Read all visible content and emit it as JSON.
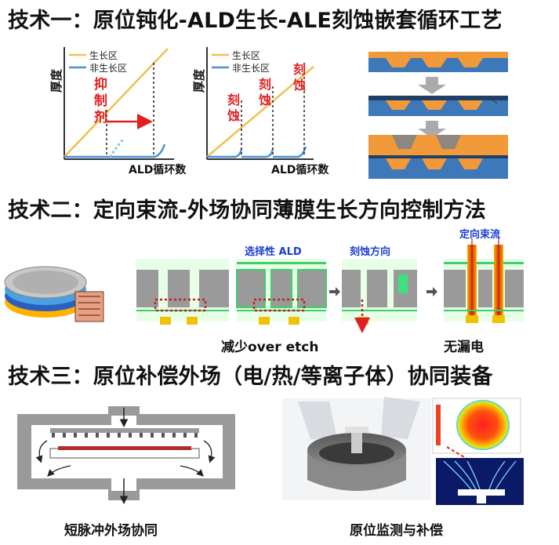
{
  "section1": {
    "heading": "技术一：原位钝化-ALD生长-ALE刻蚀嵌套循环工艺",
    "plot_left": {
      "ylabel": "厚度",
      "xlabel": "ALD循环数",
      "legend": [
        "生长区",
        "非生长区"
      ],
      "annotation": [
        "抑",
        "制",
        "剂"
      ]
    },
    "plot_right": {
      "ylabel": "厚度",
      "xlabel": "ALD循环数",
      "legend": [
        "生长区",
        "非生长区"
      ],
      "etch_label_1": [
        "刻",
        "蚀"
      ],
      "etch_label_2": [
        "刻",
        "蚀"
      ],
      "etch_label_3": [
        "刻",
        "蚀"
      ]
    }
  },
  "section2": {
    "heading": "技术二：定向束流-外场协同薄膜生长方向控制方法",
    "label_selective_ald": "选择性 ALD",
    "label_etch_direction": "刻蚀方向",
    "label_directed_beam": "定向束流",
    "caption_left": "减少over etch",
    "caption_right": "无漏电"
  },
  "section3": {
    "heading": "技术三：原位补偿外场（电/热/等离子体）协同装备",
    "caption_left": "短脉冲外场协同",
    "caption_right": "原位监测与补偿"
  },
  "colors": {
    "growth": "#f0c050",
    "nongrowth": "#4a90d9",
    "red": "#e02020",
    "blue_layer": "#3d78b8",
    "orange": "#f29a3a",
    "gray_block": "#9a9a9a",
    "green": "#3fcf6a"
  }
}
